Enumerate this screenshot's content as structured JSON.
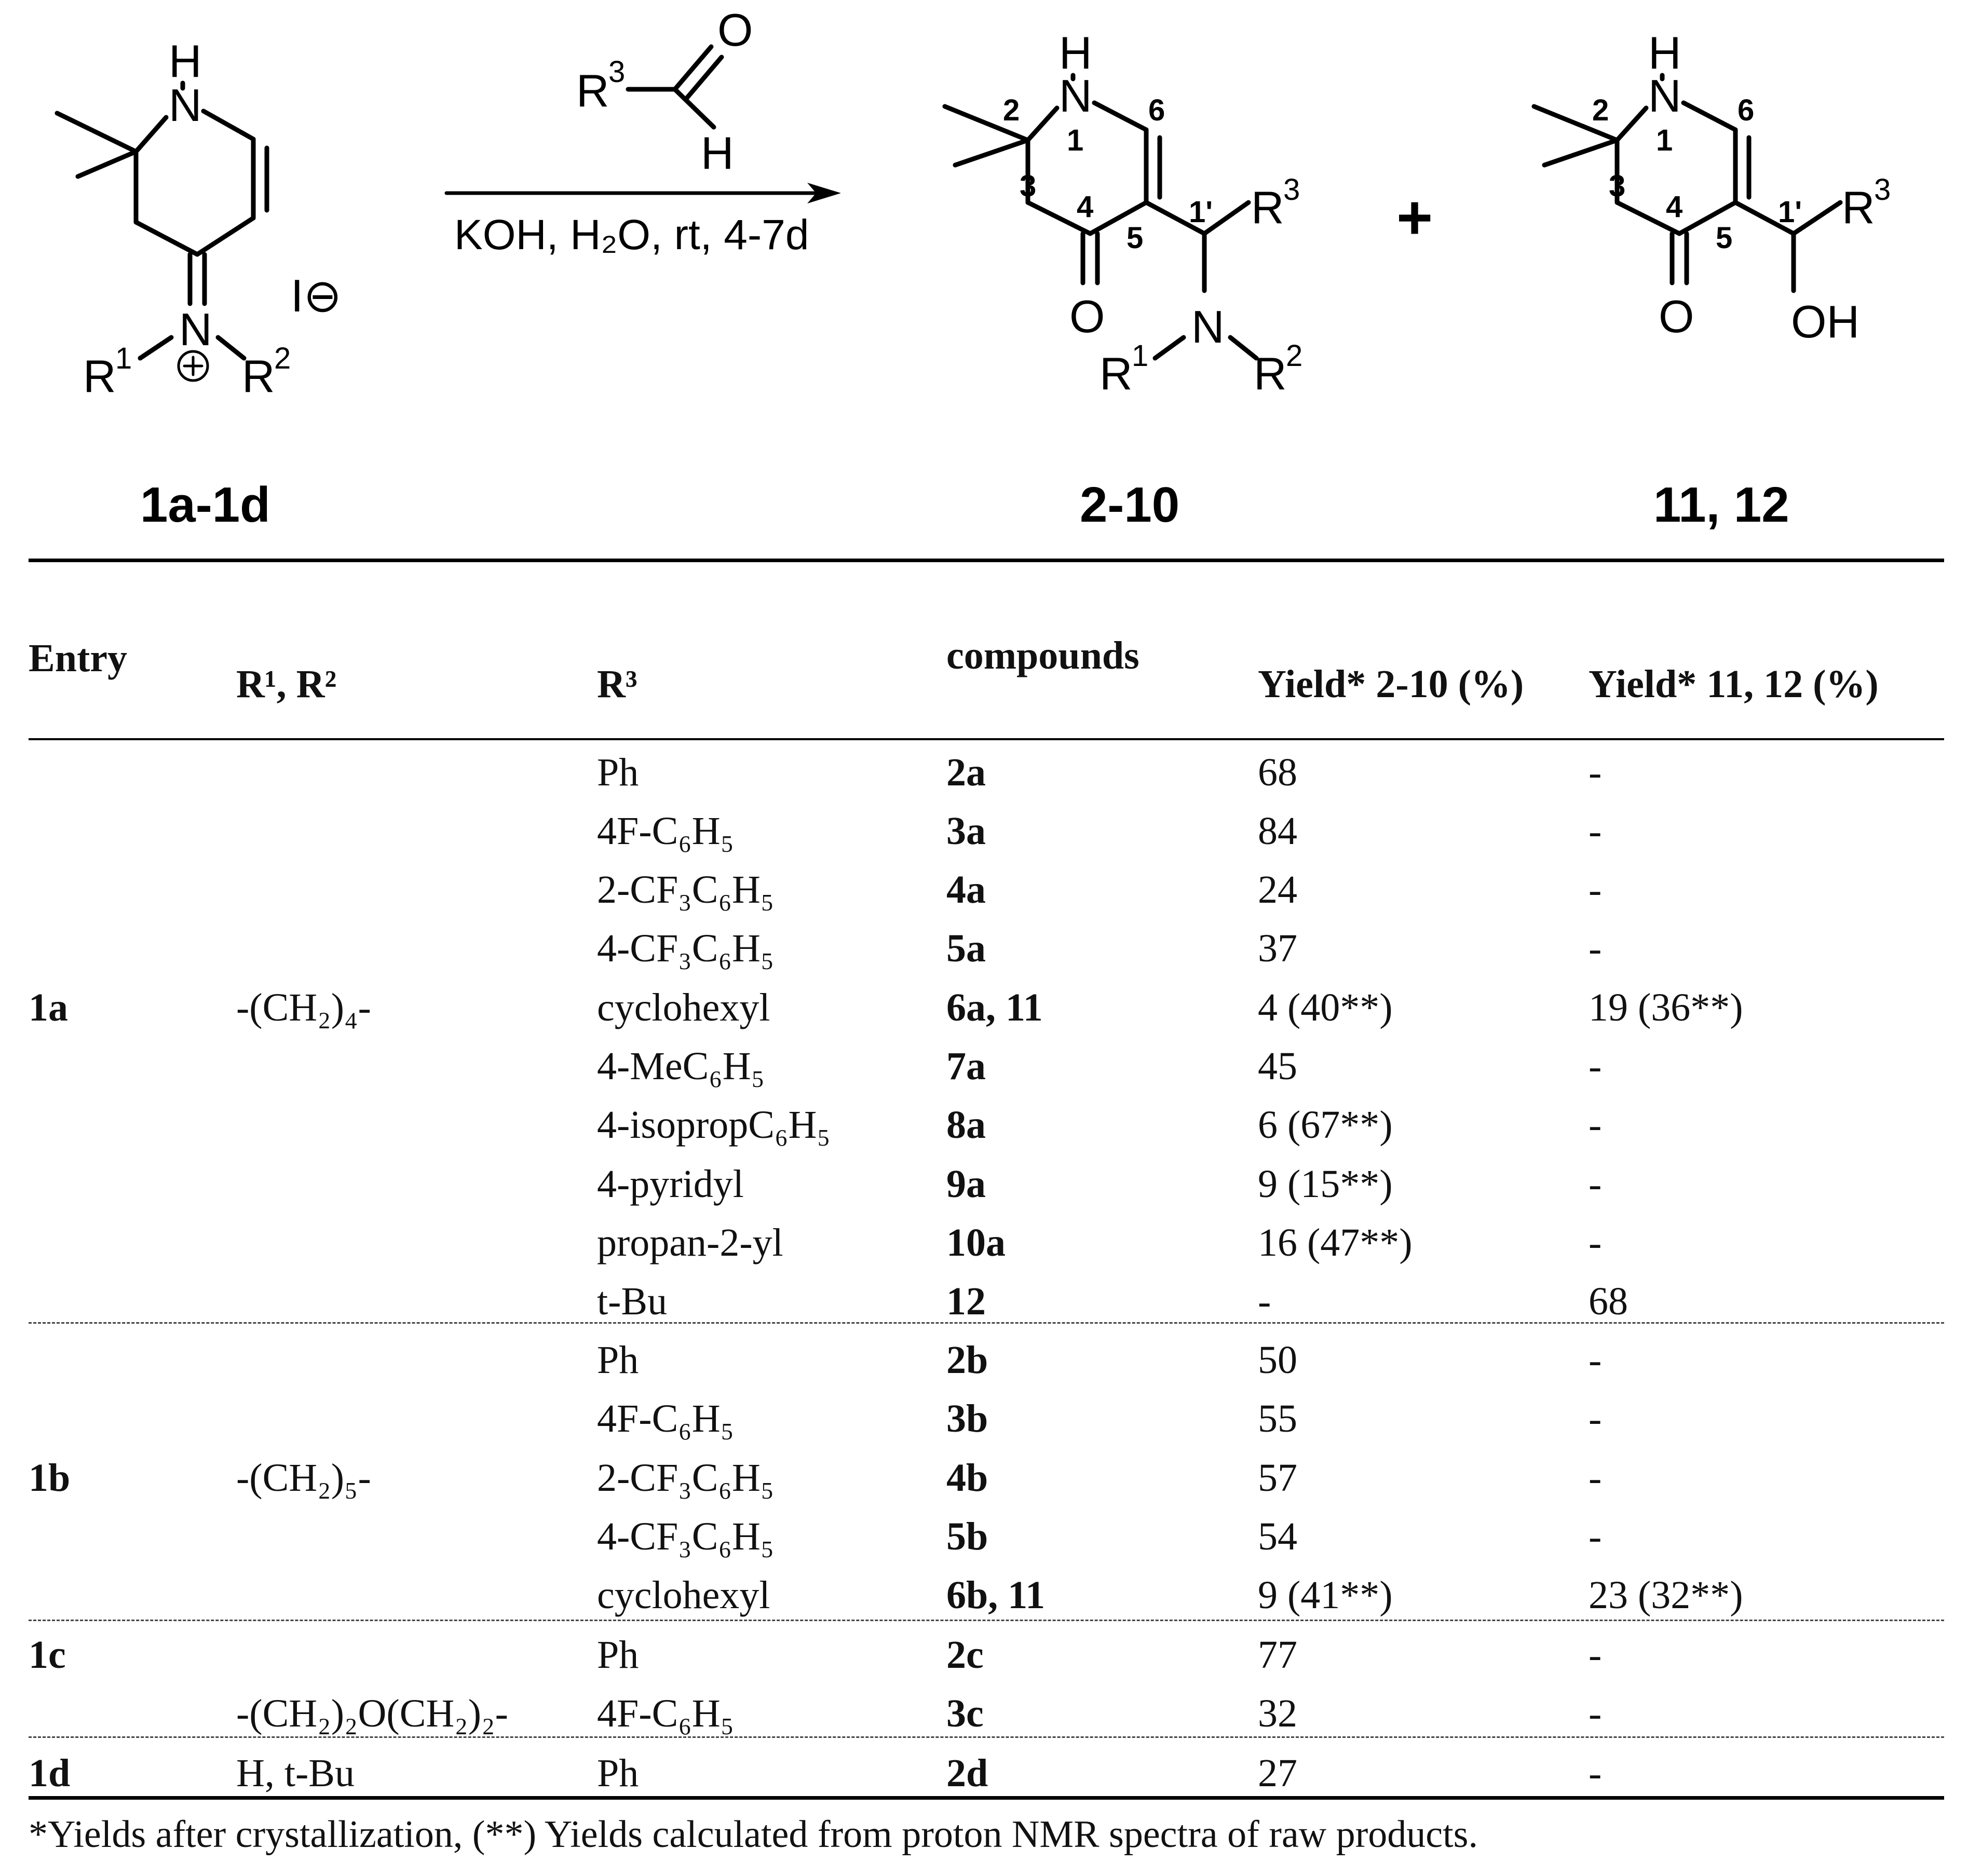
{
  "scheme": {
    "reagent_label": "R3-CHO",
    "condition": "KOH, H₂O, rt, 4-7d",
    "plus_sign": "+",
    "counterion": "I⊖",
    "start_label": "1a-1d",
    "product_a_label": "2-10",
    "product_b_label": "11, 12",
    "ring_numbers": [
      "2",
      "1",
      "6",
      "3",
      "4",
      "5",
      "1'"
    ]
  },
  "table": {
    "headers": {
      "entry": "Entry",
      "r1r2": "R¹, R²",
      "r3": "R³",
      "compounds": "compounds",
      "yield_a": "Yield* 2-10 (%)",
      "yield_b": "Yield* 11, 12 (%)"
    },
    "groups": [
      {
        "entry": "1a",
        "r1r2": "-(CH₂)₄-"
      },
      {
        "entry": "1b",
        "r1r2": "-(CH₂)₅-"
      },
      {
        "entry": "1c",
        "r1r2": "-(CH₂)₂O(CH₂)₂-"
      },
      {
        "entry": "1d",
        "r1r2": "H, t-Bu"
      }
    ],
    "rows": [
      {
        "r3": "Ph",
        "compound": "2a",
        "yield_a": "68",
        "yield_b": "-"
      },
      {
        "r3": "4F-C₆H₅",
        "compound": "3a",
        "yield_a": "84",
        "yield_b": "-"
      },
      {
        "r3": "2-CF₃C₆H₅",
        "compound": "4a",
        "yield_a": "24",
        "yield_b": "-"
      },
      {
        "r3": "4-CF₃C₆H₅",
        "compound": "5a",
        "yield_a": "37",
        "yield_b": "-"
      },
      {
        "r3": "cyclohexyl",
        "compound": "6a, 11",
        "yield_a": "4 (40**)",
        "yield_b": "19 (36**)"
      },
      {
        "r3": "4-MeC₆H₅",
        "compound": "7a",
        "yield_a": "45",
        "yield_b": "-"
      },
      {
        "r3": "4-isopropC₆H₅",
        "compound": "8a",
        "yield_a": "6 (67**)",
        "yield_b": "-"
      },
      {
        "r3": "4-pyridyl",
        "compound": "9a",
        "yield_a": "9 (15**)",
        "yield_b": "-"
      },
      {
        "r3": "propan-2-yl",
        "compound": "10a",
        "yield_a": "16 (47**)",
        "yield_b": "-"
      },
      {
        "r3": "t-Bu",
        "compound": "12",
        "yield_a": "-",
        "yield_b": "68"
      },
      {
        "r3": "Ph",
        "compound": "2b",
        "yield_a": "50",
        "yield_b": "-"
      },
      {
        "r3": "4F-C₆H₅",
        "compound": "3b",
        "yield_a": "55",
        "yield_b": "-"
      },
      {
        "r3": "2-CF₃C₆H₅",
        "compound": "4b",
        "yield_a": "57",
        "yield_b": "-"
      },
      {
        "r3": "4-CF₃C₆H₅",
        "compound": "5b",
        "yield_a": "54",
        "yield_b": "-"
      },
      {
        "r3": "cyclohexyl",
        "compound": "6b, 11",
        "yield_a": "9 (41**)",
        "yield_b": "23 (32**)"
      },
      {
        "r3": "Ph",
        "compound": "2c",
        "yield_a": "77",
        "yield_b": "-"
      },
      {
        "r3": "4F-C₆H₅",
        "compound": "3c",
        "yield_a": "32",
        "yield_b": "-"
      },
      {
        "r3": "Ph",
        "compound": "2d",
        "yield_a": "27",
        "yield_b": "-"
      }
    ],
    "footnote": "*Yields after crystallization, (**) Yields calculated from proton NMR spectra of raw products."
  }
}
